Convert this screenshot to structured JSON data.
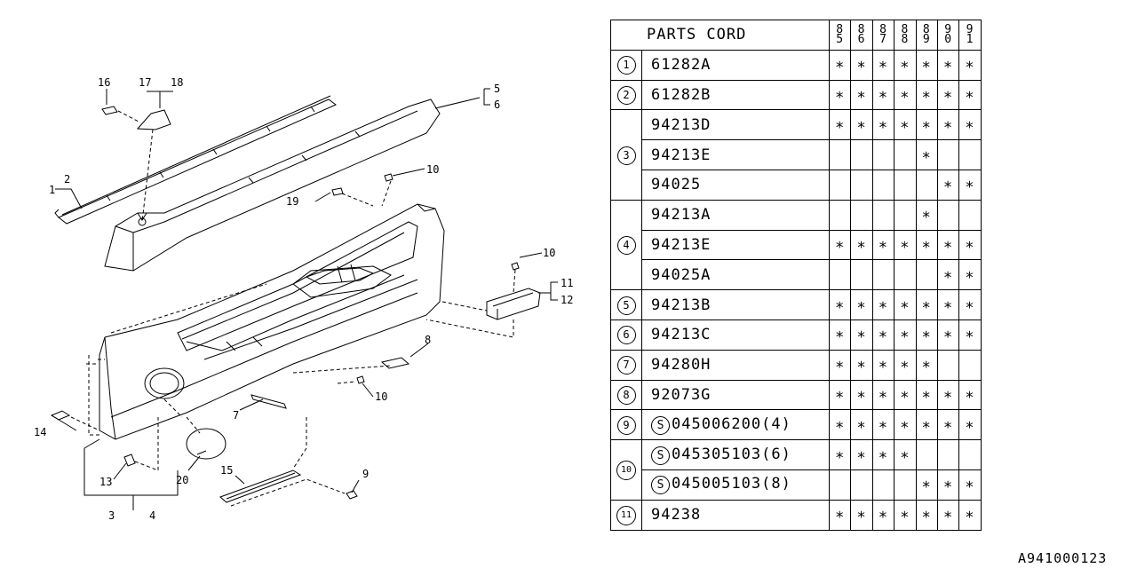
{
  "table": {
    "header_title": "PARTS CORD",
    "years": [
      [
        "8",
        "5"
      ],
      [
        "8",
        "6"
      ],
      [
        "8",
        "7"
      ],
      [
        "8",
        "8"
      ],
      [
        "8",
        "9"
      ],
      [
        "9",
        "0"
      ],
      [
        "9",
        "1"
      ]
    ],
    "mark": "∗",
    "groups": [
      {
        "ref": "1",
        "items": [
          {
            "code": "61282A",
            "marks": [
              1,
              1,
              1,
              1,
              1,
              1,
              1
            ]
          }
        ]
      },
      {
        "ref": "2",
        "items": [
          {
            "code": "61282B",
            "marks": [
              1,
              1,
              1,
              1,
              1,
              1,
              1
            ]
          }
        ]
      },
      {
        "ref": "3",
        "items": [
          {
            "code": "94213D",
            "marks": [
              1,
              1,
              1,
              1,
              1,
              1,
              1
            ]
          },
          {
            "code": "94213E",
            "marks": [
              0,
              0,
              0,
              0,
              1,
              0,
              0
            ]
          },
          {
            "code": "94025",
            "marks": [
              0,
              0,
              0,
              0,
              0,
              1,
              1
            ]
          }
        ]
      },
      {
        "ref": "4",
        "items": [
          {
            "code": "94213A",
            "marks": [
              0,
              0,
              0,
              0,
              1,
              0,
              0
            ]
          },
          {
            "code": "94213E",
            "marks": [
              1,
              1,
              1,
              1,
              1,
              1,
              1
            ]
          },
          {
            "code": "94025A",
            "marks": [
              0,
              0,
              0,
              0,
              0,
              1,
              1
            ]
          }
        ]
      },
      {
        "ref": "5",
        "items": [
          {
            "code": "94213B",
            "marks": [
              1,
              1,
              1,
              1,
              1,
              1,
              1
            ]
          }
        ]
      },
      {
        "ref": "6",
        "items": [
          {
            "code": "94213C",
            "marks": [
              1,
              1,
              1,
              1,
              1,
              1,
              1
            ]
          }
        ]
      },
      {
        "ref": "7",
        "items": [
          {
            "code": "94280H",
            "marks": [
              1,
              1,
              1,
              1,
              1,
              0,
              0
            ]
          }
        ]
      },
      {
        "ref": "8",
        "items": [
          {
            "code": "92073G",
            "marks": [
              1,
              1,
              1,
              1,
              1,
              1,
              1
            ]
          }
        ]
      },
      {
        "ref": "9",
        "items": [
          {
            "code": "045006200(4)",
            "std": "S",
            "marks": [
              1,
              1,
              1,
              1,
              1,
              1,
              1
            ]
          }
        ]
      },
      {
        "ref": "10",
        "items": [
          {
            "code": "045305103(6)",
            "std": "S",
            "marks": [
              1,
              1,
              1,
              1,
              0,
              0,
              0
            ]
          },
          {
            "code": "045005103(8)",
            "std": "S",
            "marks": [
              0,
              0,
              0,
              0,
              1,
              1,
              1
            ]
          }
        ]
      },
      {
        "ref": "11",
        "items": [
          {
            "code": "94238",
            "marks": [
              1,
              1,
              1,
              1,
              1,
              1,
              1
            ]
          }
        ]
      }
    ]
  },
  "callouts": {
    "c1": "1",
    "c2": "2",
    "c3": "3",
    "c4": "4",
    "c5": "5",
    "c6": "6",
    "c7": "7",
    "c8": "8",
    "c9": "9",
    "c10a": "10",
    "c10b": "10",
    "c10c": "10",
    "c11": "11",
    "c12": "12",
    "c13": "13",
    "c14": "14",
    "c15": "15",
    "c16": "16",
    "c17": "17",
    "c18": "18",
    "c19": "19",
    "c20": "20"
  },
  "figure_id": "A941000123"
}
